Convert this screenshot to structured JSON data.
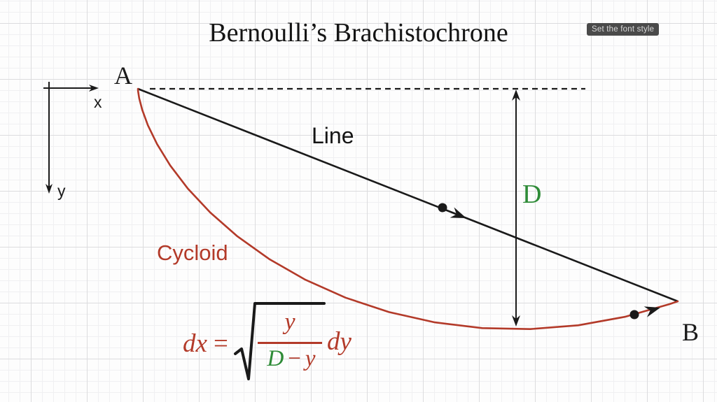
{
  "title": "Bernoulli’s Brachistochrone",
  "tooltip": {
    "label": "Set the font style"
  },
  "axes": {
    "x": "x",
    "y": "y"
  },
  "diagram": {
    "point_a": "A",
    "point_b": "B",
    "line_label": "Line",
    "cycloid_label": "Cycloid",
    "depth_label": "D"
  },
  "formula": {
    "lhs": "dx",
    "eq": "=",
    "numerator": "y",
    "den_d": "D",
    "den_minus": "−",
    "den_y": "y",
    "rhs": "dy"
  },
  "colors": {
    "ink": "#1a1a1a",
    "red": "#b33a29",
    "green": "#2e8b37",
    "grid_minor": "#f0f0f2",
    "grid_major": "#dcdcde",
    "tooltip_bg": "#4a4a4a",
    "tooltip_text": "#d9d9d9"
  }
}
